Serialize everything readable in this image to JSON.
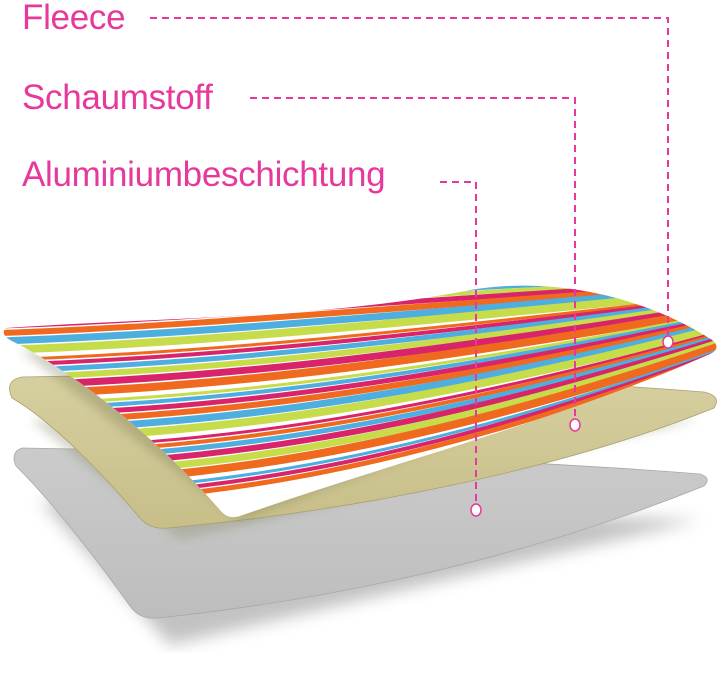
{
  "labels": {
    "fleece": "Fleece",
    "foam": "Schaumstoff",
    "aluminium": "Aluminiumbeschichtung"
  },
  "colors": {
    "accent": "#e6399b",
    "foam": "#cfc794",
    "aluminium": "#c6c6c6",
    "stripes": [
      "#4eaee0",
      "#ef6a1f",
      "#d8246a",
      "#c7dc4a",
      "#ffffff"
    ]
  }
}
